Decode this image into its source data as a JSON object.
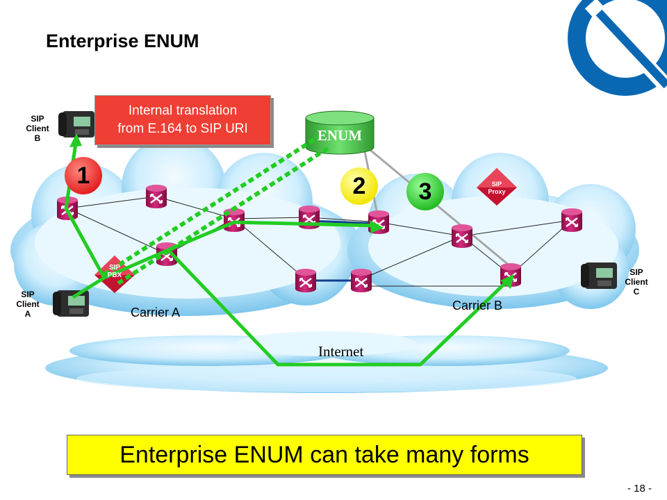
{
  "title": "Enterprise ENUM",
  "callout": {
    "line1": "Internal translation",
    "line2": "from E.164 to SIP URI"
  },
  "enum_label": "ENUM",
  "client_b": {
    "l1": "SIP",
    "l2": "Client",
    "l3": "B"
  },
  "client_a": {
    "l1": "SIP",
    "l2": "Client",
    "l3": "A"
  },
  "client_c": {
    "l1": "SIP",
    "l2": "Client",
    "l3": "C"
  },
  "pbx": {
    "l1": "SIP",
    "l2": "PBX"
  },
  "proxy": {
    "l1": "SIP",
    "l2": "Proxy"
  },
  "carrier_a": "Carrier A",
  "carrier_b": "Carrier B",
  "internet": "Internet",
  "steps": [
    "1",
    "2",
    "3"
  ],
  "banner": "Enterprise ENUM can take many forms",
  "page_number": "- 18 -",
  "colors": {
    "step_red": "#ef3e33",
    "step_yellow": "#ffff00",
    "step_green": "#33cc33",
    "path_green": "#22cc22",
    "router": "#c2136b",
    "cloud": "#9fd7f5"
  }
}
